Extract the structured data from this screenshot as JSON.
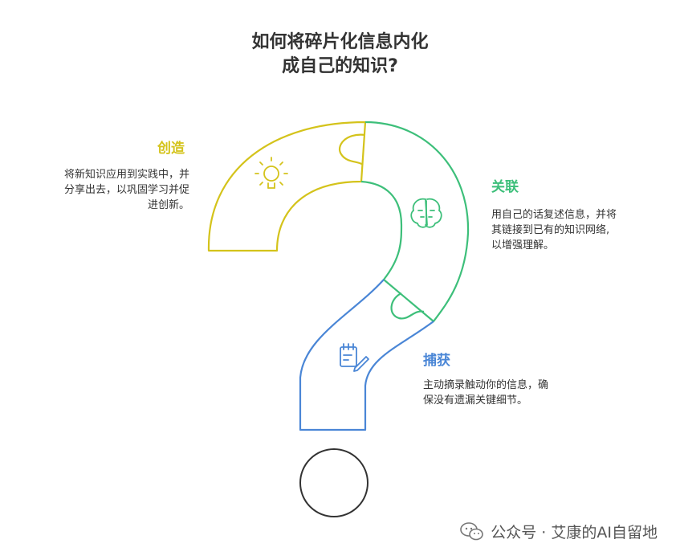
{
  "title": {
    "line1": "如何将碎片化信息内化",
    "line2": "成自己的知识?"
  },
  "sections": {
    "create": {
      "label": "创造",
      "desc": [
        "将新知识应用到实践中，并",
        "分享出去，以巩固学习并促",
        "进创新。"
      ],
      "color": "#d4c31b"
    },
    "connect": {
      "label": "关联",
      "desc": [
        "用自己的话复述信息，并将",
        "其链接到已有的知识网络,",
        "以增强理解。"
      ],
      "color": "#3dbf7a"
    },
    "capture": {
      "label": "捕获",
      "desc": [
        "主动摘录触动你的信息，确",
        "保没有遗漏关键细节。"
      ],
      "color": "#4a86d6"
    }
  },
  "watermark": {
    "text": "公众号 · 艾康的AI自留地"
  }
}
